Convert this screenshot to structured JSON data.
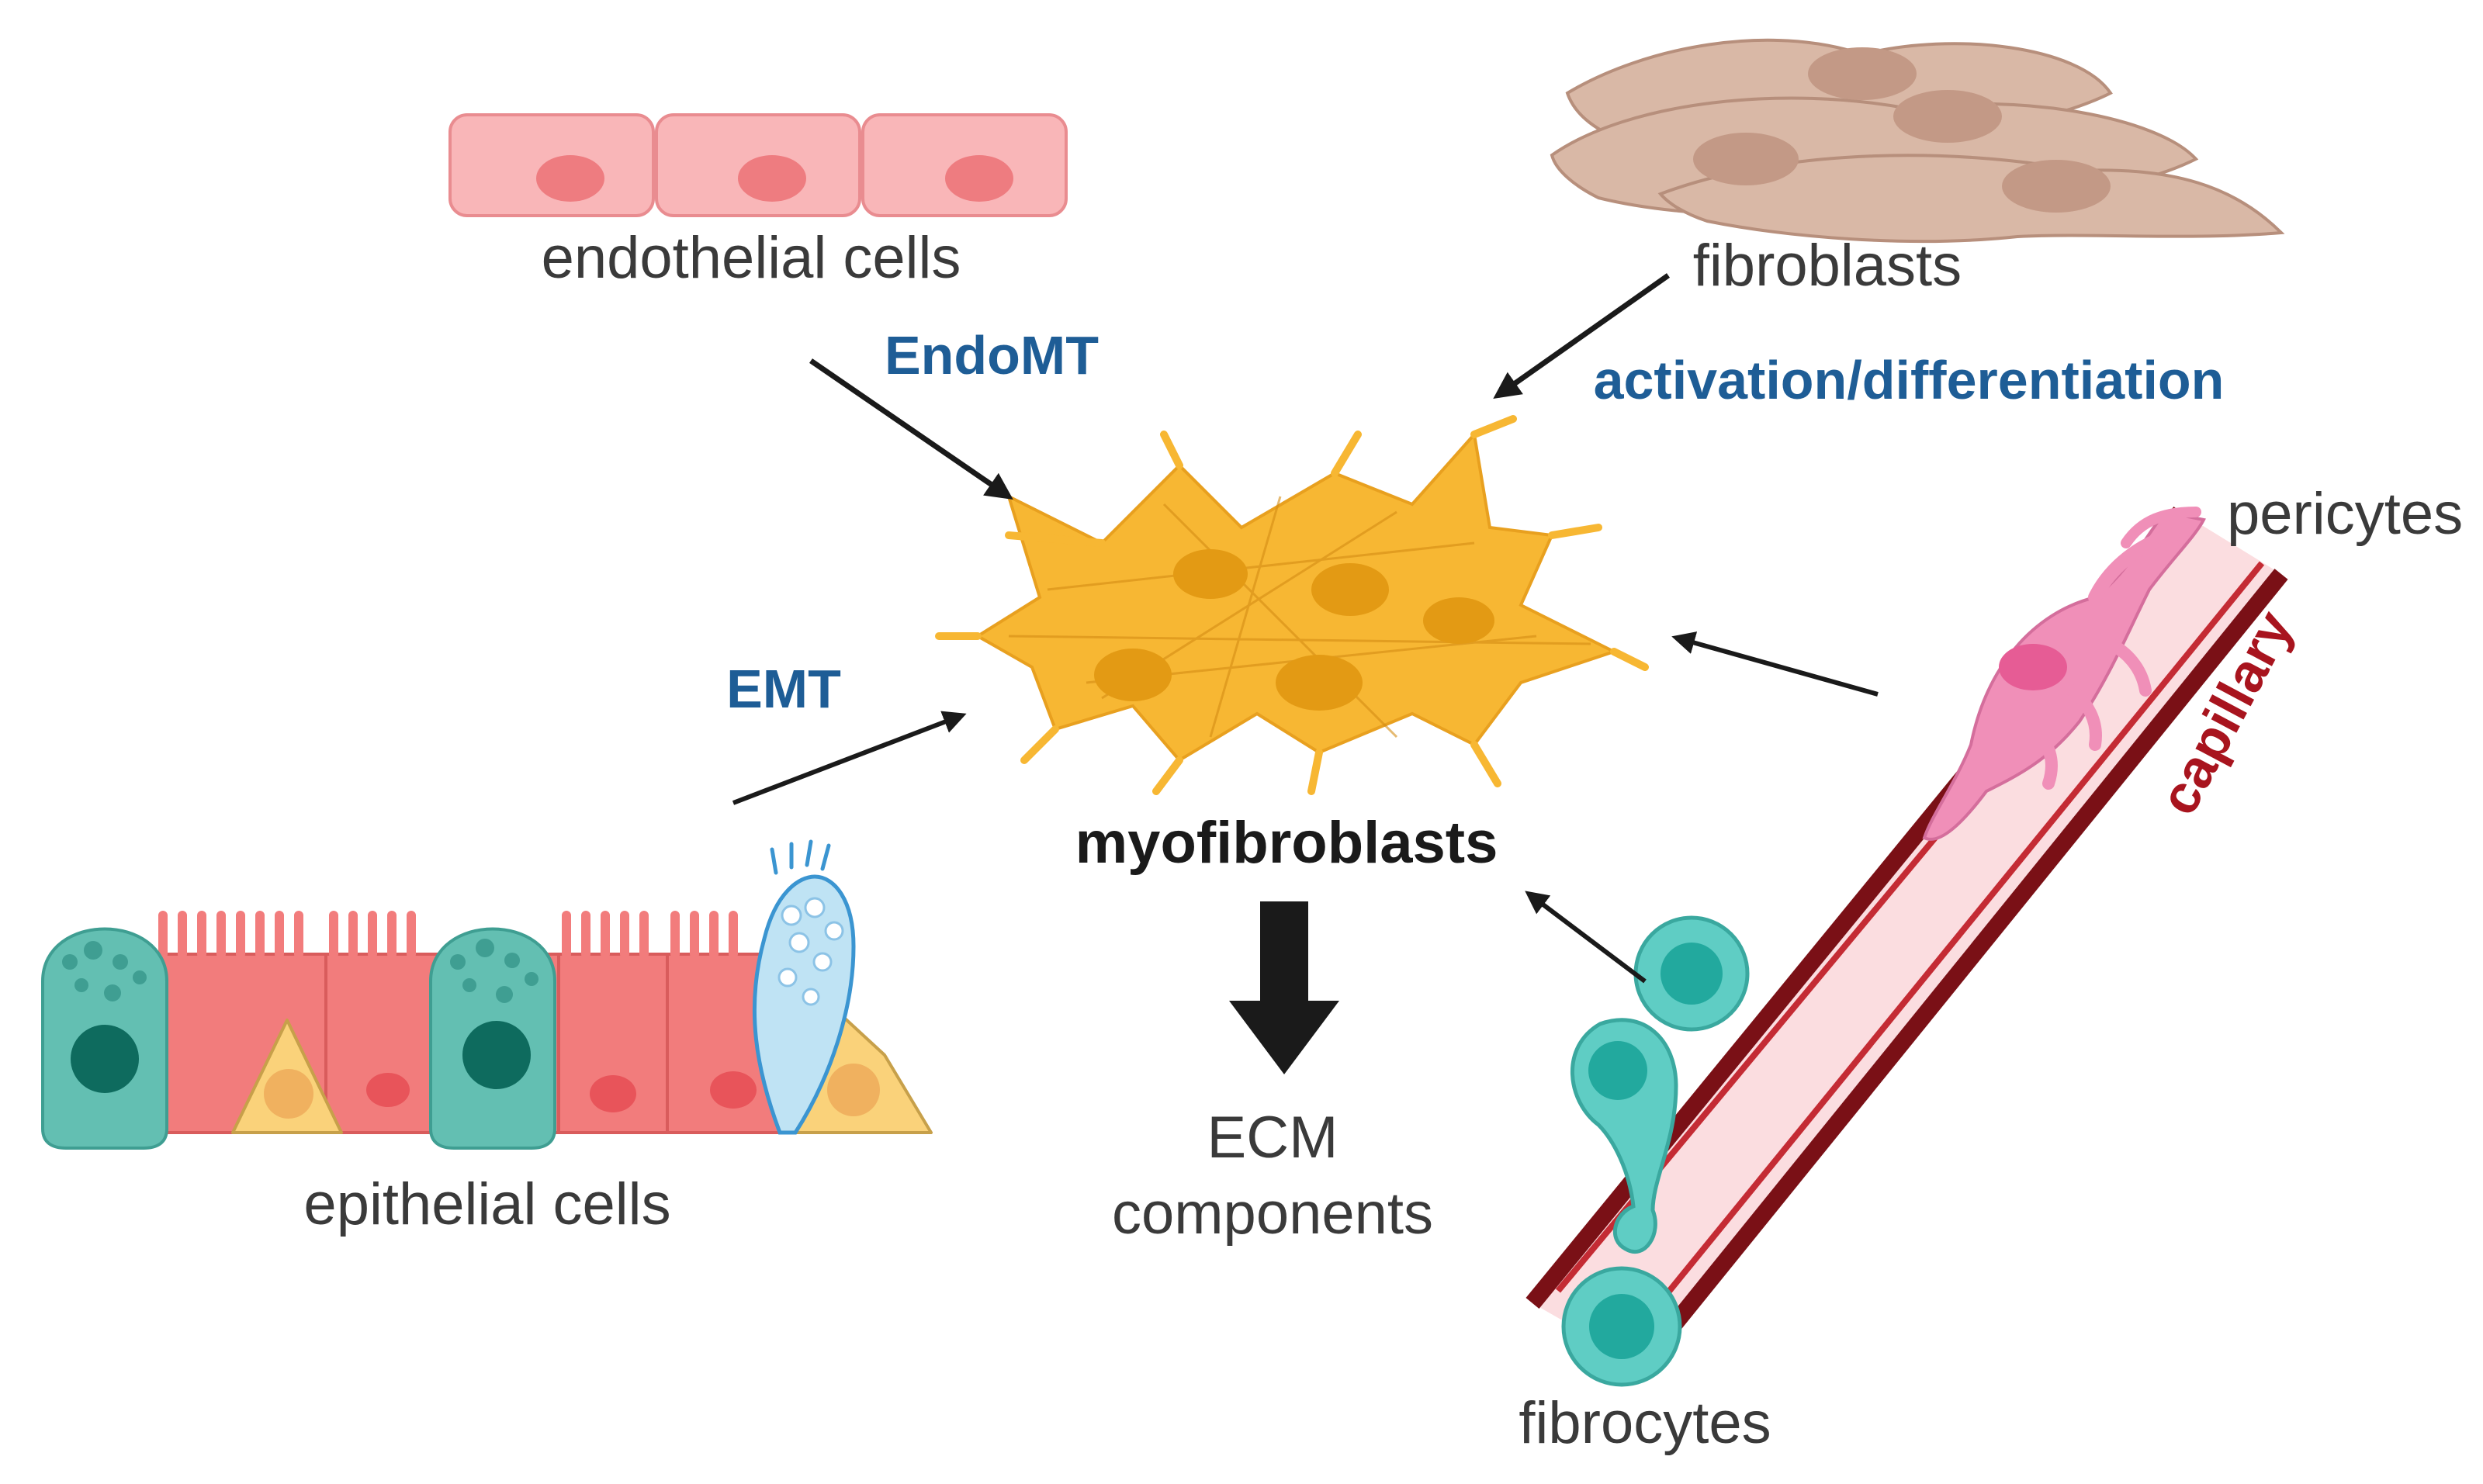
{
  "labels": {
    "endothelial": "endothelial cells",
    "fibroblasts": "fibroblasts",
    "epithelial": "epithelial cells",
    "myofibroblasts": "myofibroblasts",
    "ecm_line1": "ECM",
    "ecm_line2": "components",
    "pericytes": "pericytes",
    "capillary": "capillary",
    "fibrocytes": "fibrocytes"
  },
  "processes": {
    "endomt": "EndoMT",
    "emt": "EMT",
    "activation": "activation/differentiation"
  },
  "colors": {
    "process_text": "#1e5d96",
    "capillary_text": "#a8141e",
    "myofibroblast": "#f7b733",
    "endothelial": "#f9b6b8",
    "fibroblast": "#d9b8a6",
    "pericyte": "#f08fb8",
    "fibrocyte": "#5fcdc4",
    "vessel": "#7a1016"
  }
}
